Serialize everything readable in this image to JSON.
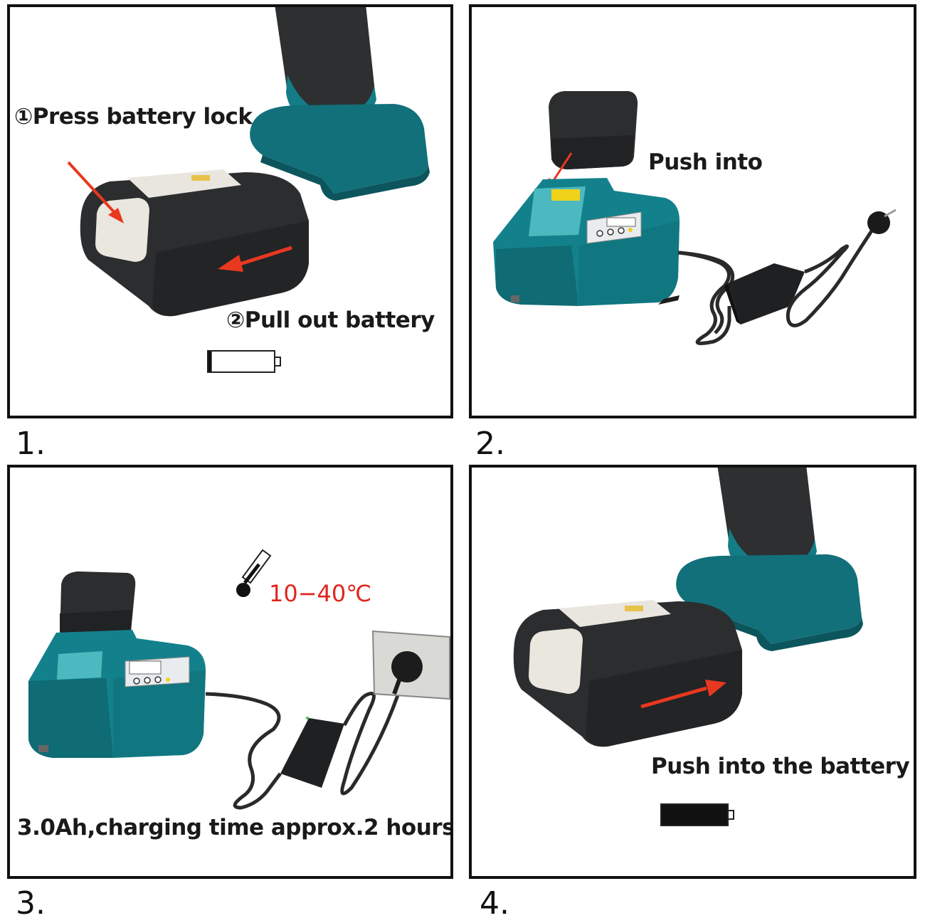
{
  "steps": [
    {
      "number": "1.",
      "captions": {
        "lock": "①Press battery lock",
        "pull": "②Pull out battery"
      }
    },
    {
      "number": "2.",
      "captions": {
        "push": "Push into"
      }
    },
    {
      "number": "3.",
      "captions": {
        "temperature": "10−40℃",
        "charging": "3.0Ah,charging time approx.2 hours"
      }
    },
    {
      "number": "4.",
      "captions": {
        "push": "Push into the battery"
      }
    }
  ],
  "battery_levels": {
    "step1": 0.05,
    "step4": 1.0
  },
  "icons": [
    "battery-level-icon",
    "thermometer-icon",
    "arrow-icon"
  ],
  "colors": {
    "tool_teal": "#12707a",
    "battery_body": "#2b2d2f",
    "arrow_red": "#e8381f",
    "temp_red": "#e0261d"
  }
}
